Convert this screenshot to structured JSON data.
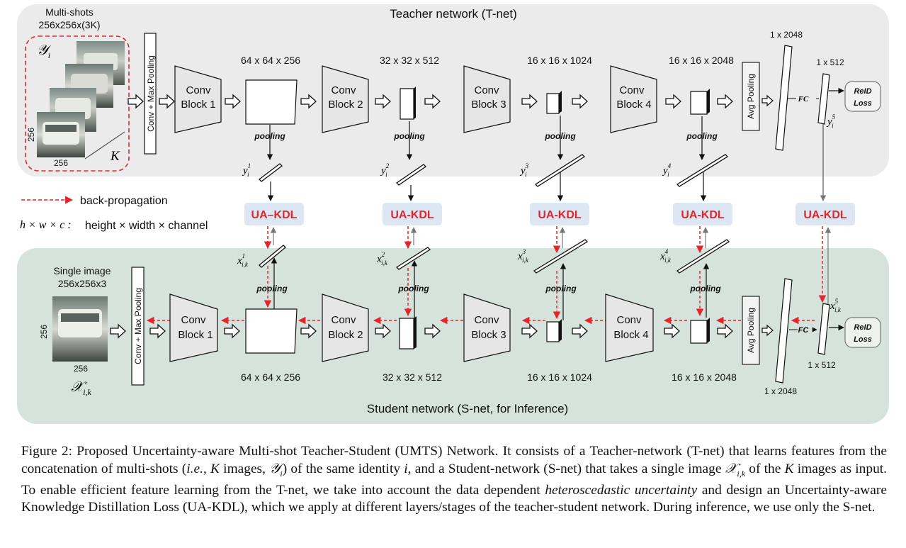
{
  "teacher": {
    "title": "Teacher network (T-net)",
    "input_title": "Multi-shots",
    "input_size": "256x256x(3K)",
    "input_symbol": "𝒴",
    "input_symbol_sub": "i",
    "img_height": "256",
    "img_width": "256",
    "stack_count": "K",
    "conv_pool": "Conv + Max Pooling",
    "blocks": [
      {
        "line1": "Conv",
        "line2": "Block 1",
        "dims": "64 x 64 x 256"
      },
      {
        "line1": "Conv",
        "line2": "Block 2",
        "dims": "32 x 32 x 512"
      },
      {
        "line1": "Conv",
        "line2": "Block 3",
        "dims": "16 x 16 x 1024"
      },
      {
        "line1": "Conv",
        "line2": "Block 4",
        "dims": "16 x 16 x 2048"
      }
    ],
    "pooling": "pooling",
    "features": [
      {
        "sym": "y",
        "sub": "i",
        "sup": "1"
      },
      {
        "sym": "y",
        "sub": "i",
        "sup": "2"
      },
      {
        "sym": "y",
        "sub": "i",
        "sup": "3"
      },
      {
        "sym": "y",
        "sub": "i",
        "sup": "4"
      },
      {
        "sym": "y",
        "sub": "i",
        "sup": "5"
      }
    ],
    "avg_pool": "Avg Pooling",
    "fc": "FC",
    "vec_2048": "1 x 2048",
    "vec_512": "1 x 512",
    "loss_line1": "ReID",
    "loss_line2": "Loss"
  },
  "student": {
    "title": "Student network (S-net, for Inference)",
    "input_title": "Single image",
    "input_size": "256x256x3",
    "input_symbol": "𝒳",
    "input_symbol_sub": "i,k",
    "img_height": "256",
    "img_width": "256",
    "conv_pool": "Conv + Max Pooling",
    "blocks": [
      {
        "line1": "Conv",
        "line2": "Block 1",
        "dims": "64 x 64 x 256"
      },
      {
        "line1": "Conv",
        "line2": "Block 2",
        "dims": "32 x 32 x 512"
      },
      {
        "line1": "Conv",
        "line2": "Block 3",
        "dims": "16 x 16 x 1024"
      },
      {
        "line1": "Conv",
        "line2": "Block 4",
        "dims": "16 x 16 x 2048"
      }
    ],
    "pooling": "pooling",
    "features": [
      {
        "sym": "x",
        "sub": "i,k",
        "sup": "1"
      },
      {
        "sym": "x",
        "sub": "i,k",
        "sup": "2"
      },
      {
        "sym": "x",
        "sub": "i,k",
        "sup": "3"
      },
      {
        "sym": "x",
        "sub": "i,k",
        "sup": "4"
      },
      {
        "sym": "x",
        "sub": "i,k",
        "sup": "5"
      }
    ],
    "avg_pool": "Avg Pooling",
    "fc": "FC",
    "vec_2048": "1 x 2048",
    "vec_512": "1 x 512",
    "loss_line1": "ReID",
    "loss_line2": "Loss"
  },
  "uakdl": "UA–KDL",
  "uakdl_alt": "UA-KDL",
  "legend": {
    "backprop": "back-propagation",
    "dims_formula": "h × w × c :",
    "dims_text": "height × width × channel"
  },
  "colors": {
    "teacher_bg": "#ebebeb",
    "student_bg": "#d6e3dc",
    "uakdl_bg": "#dce7f3",
    "uakdl_text": "#e3262b",
    "backprop": "#e3262b"
  },
  "caption": {
    "p1": "Figure 2: Proposed Uncertainty-aware Multi-shot Teacher-Student (UMTS) Network. It consists of a Teacher-network (T-net) that learns features from the concatenation of multi-shots (",
    "ie": "i.e.",
    "p2": ", ",
    "K1": "K",
    "p3": " images, ",
    "Y": "𝒴",
    "Ysub": "i",
    "p4": ") of the same identity ",
    "i": "i",
    "p5": ", and a Student-network (S-net) that takes a single image ",
    "X": "𝒳",
    "Xsub": "i,k",
    "p6": " of the ",
    "K2": "K",
    "p7": " images as input. To enable efficient feature learning from the T-net, we take into account the data dependent ",
    "het": "heteroscedastic uncertainty",
    "p8": " and design an Uncertainty-aware Knowledge Distillation Loss (UA-KDL), which we apply at different layers/stages of the teacher-student network. During inference, we use only the S-net."
  }
}
